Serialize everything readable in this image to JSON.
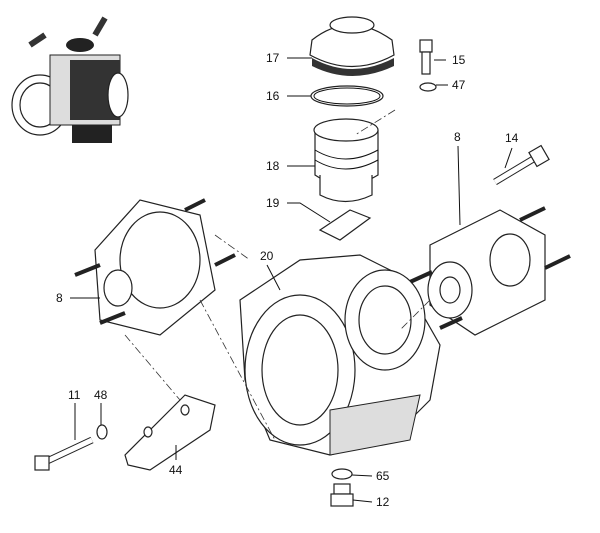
{
  "diagram": {
    "labels": [
      {
        "id": "17",
        "text": "17"
      },
      {
        "id": "15",
        "text": "15"
      },
      {
        "id": "16",
        "text": "16"
      },
      {
        "id": "47",
        "text": "47"
      },
      {
        "id": "18",
        "text": "18"
      },
      {
        "id": "14",
        "text": "14"
      },
      {
        "id": "8a",
        "text": "8"
      },
      {
        "id": "19",
        "text": "19"
      },
      {
        "id": "20",
        "text": "20"
      },
      {
        "id": "8b",
        "text": "8"
      },
      {
        "id": "11",
        "text": "11"
      },
      {
        "id": "48",
        "text": "48"
      },
      {
        "id": "44",
        "text": "44"
      },
      {
        "id": "65",
        "text": "65"
      },
      {
        "id": "12",
        "text": "12"
      }
    ]
  }
}
